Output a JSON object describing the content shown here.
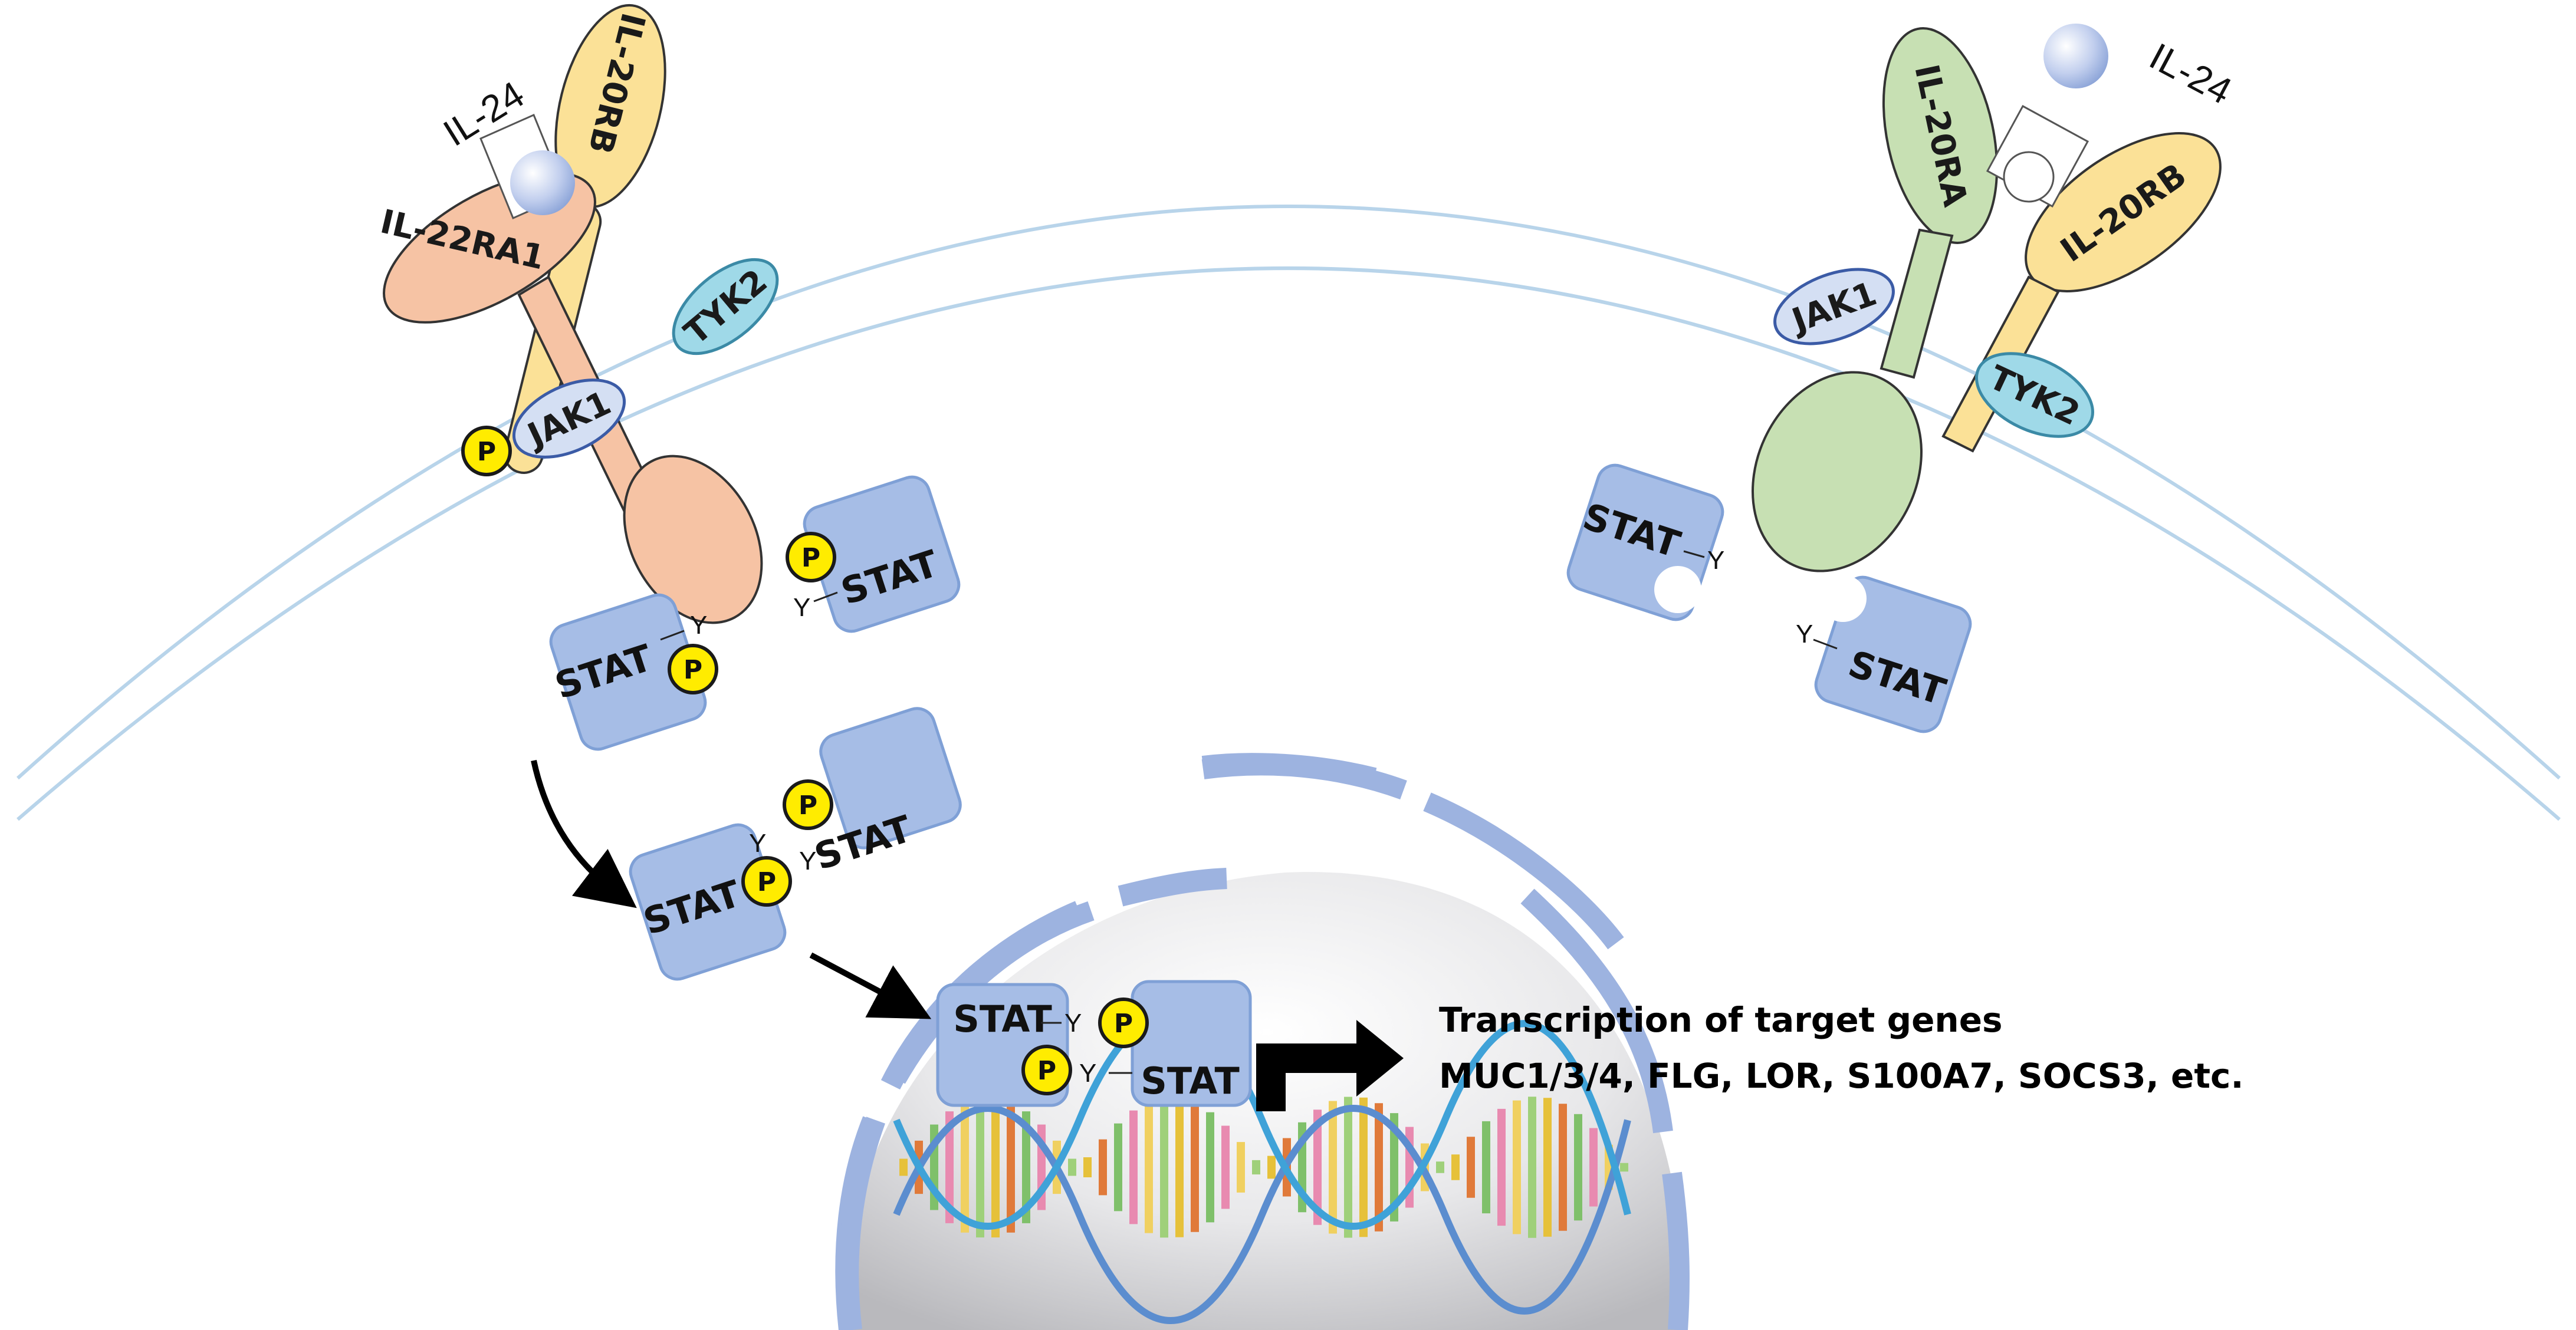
{
  "left_complex": {
    "ligand_label": "IL-24",
    "receptor_a_label": "IL-22RA1",
    "receptor_b_label": "IL-20RB",
    "kinase_jak_label": "JAK1",
    "kinase_tyk_label": "TYK2",
    "phospho_label": "P",
    "stat_label": "STAT",
    "tyrosine_label": "Y"
  },
  "right_complex": {
    "ligand_label": "IL-24",
    "receptor_a_label": "IL-20RA",
    "receptor_b_label": "IL-20RB",
    "kinase_jak_label": "JAK1",
    "kinase_tyk_label": "TYK2",
    "stat_label": "STAT",
    "tyrosine_label": "Y"
  },
  "nucleus": {
    "stat_label": "STAT",
    "tyrosine_label": "Y",
    "phospho_label": "P"
  },
  "output": {
    "title": "Transcription of target genes",
    "genes": "MUC1/3/4, FLG, LOR, S100A7, SOCS3, etc."
  },
  "colors": {
    "il22ra1": "#f6c3a4",
    "il20rb": "#fbe197",
    "il20ra": "#c7e0b3",
    "tyk2": "#9fd9e8",
    "jak1": "#d4dff3",
    "stat": "#a6bde6",
    "phospho": "#ffec00",
    "membrane": "#b8d4ea",
    "nucleus_envelope": "#9db3e0"
  }
}
